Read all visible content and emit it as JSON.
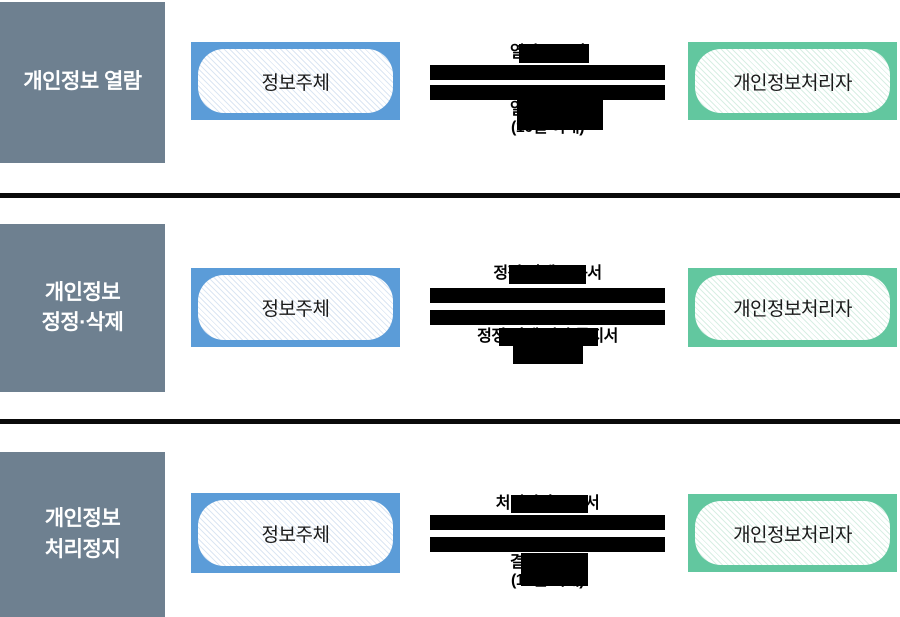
{
  "colors": {
    "section_label_bg": "#6e8090",
    "section_label_text": "#ffffff",
    "subject_border": "#5b9cd8",
    "subject_hatch": "#dbe6f3",
    "processor_border": "#62c79f",
    "processor_hatch": "#d8efe4",
    "redaction_bar": "#000000",
    "divider": "#0a0a0a"
  },
  "sections": [
    {
      "title_line1": "개인정보 열람",
      "title_line2": "",
      "subject": "정보주체",
      "processor": "개인정보처리자",
      "request_label": "열람 요구서",
      "response_label_line1": "열람 통지서",
      "response_label_line2": "(10일 이내)"
    },
    {
      "title_line1": "개인정보",
      "title_line2": "정정·삭제",
      "subject": "정보주체",
      "processor": "개인정보처리자",
      "request_label": "정정·삭제 요구서",
      "response_label_line1": "정정·삭제 결과 통지서",
      "response_label_line2": ""
    },
    {
      "title_line1": "개인정보",
      "title_line2": "처리정지",
      "subject": "정보주체",
      "processor": "개인정보처리자",
      "request_label": "처리정지 요구서",
      "response_label_line1": "결과 통지서",
      "response_label_line2": "(10일 이내)"
    }
  ]
}
